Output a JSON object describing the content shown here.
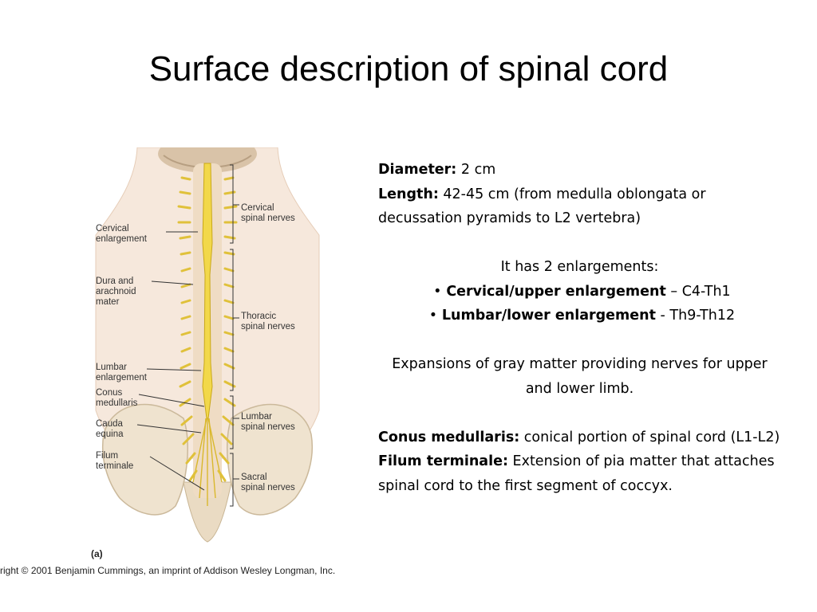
{
  "title": "Surface description of spinal cord",
  "figure": {
    "labels_left": {
      "cervical_enlargement": "Cervical\nenlargement",
      "dura": "Dura and\narachnoid\nmater",
      "lumbar_enlargement": "Lumbar\nenlargement",
      "conus": "Conus\nmedullaris",
      "cauda": "Cauda\nequina",
      "filum": "Filum\nterminale"
    },
    "labels_right": {
      "cervical": "Cervical\nspinal nerves",
      "thoracic": "Thoracic\nspinal nerves",
      "lumbar": "Lumbar\nspinal nerves",
      "sacral": "Sacral\nspinal nerves"
    },
    "panel": "(a)",
    "copyright": "right © 2001 Benjamin Cummings, an imprint of Addison Wesley Longman, Inc."
  },
  "text": {
    "diameter_label": "Diameter:",
    "diameter_value": " 2 cm",
    "length_label": "Length:",
    "length_value": " 42-45 cm (from medulla oblongata or decussation pyramids to L2 vertebra)",
    "enlargements_intro": "It has 2 enlargements:",
    "bullets": [
      {
        "bold": "Cervical/upper enlargement",
        "rest": " – C4-Th1"
      },
      {
        "bold": "Lumbar/lower enlargement",
        "rest": " - Th9-Th12"
      }
    ],
    "expansions": "Expansions of gray matter providing nerves for upper and lower limb.",
    "conus_label": "Conus medullaris:",
    "conus_value": " conical portion of spinal cord (L1-L2)",
    "filum_label": "Filum terminale:",
    "filum_value": " Extension of pia matter that attaches spinal cord to the first segment of coccyx."
  }
}
